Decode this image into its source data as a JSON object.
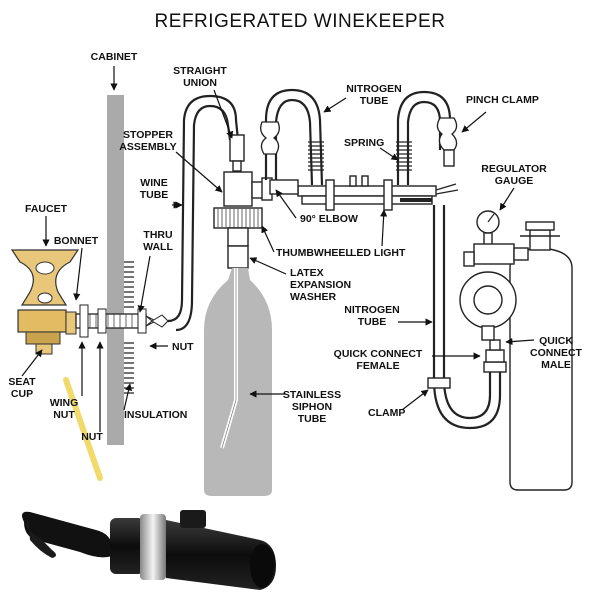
{
  "title": "REFRIGERATED WINEKEEPER",
  "labels": {
    "cabinet": "CABINET",
    "straight_union_1": "STRAIGHT",
    "straight_union_2": "UNION",
    "nitrogen_tube_top_1": "NITROGEN",
    "nitrogen_tube_top_2": "TUBE",
    "pinch_clamp": "PINCH CLAMP",
    "stopper_1": "STOPPER",
    "stopper_2": "ASSEMBLY",
    "spring": "SPRING",
    "regulator_1": "REGULATOR",
    "regulator_2": "GAUGE",
    "wine_tube_1": "WINE",
    "wine_tube_2": "TUBE",
    "faucet": "FAUCET",
    "bonnet": "BONNET",
    "elbow": "90° ELBOW",
    "thumbwheel": "THUMBWHEEL",
    "led_light": "LED LIGHT",
    "thru_wall_1": "THRU",
    "thru_wall_2": "WALL",
    "latex_1": "LATEX",
    "latex_2": "EXPANSION",
    "latex_3": "WASHER",
    "nitrogen_tube_mid_1": "NITROGEN",
    "nitrogen_tube_mid_2": "TUBE",
    "nut_right": "NUT",
    "quick_male_1": "QUICK",
    "quick_male_2": "CONNECT",
    "quick_male_3": "MALE",
    "quick_female_1": "QUICK CONNECT",
    "quick_female_2": "FEMALE",
    "seat_cup_1": "SEAT",
    "seat_cup_2": "CUP",
    "wing_nut_1": "WING",
    "wing_nut_2": "NUT",
    "nut_bottom": "NUT",
    "insulation": "INSULATION",
    "stainless_1": "STAINLESS",
    "stainless_2": "SIPHON",
    "stainless_3": "TUBE",
    "clamp": "CLAMP"
  },
  "colors": {
    "faucet": "#e9c77a",
    "faucet_dark": "#c9a24e",
    "cabinet": "#aaaaaa",
    "bottle": "#b8b8b8",
    "tap_handle": "#111111"
  },
  "icons": {
    "tap_photo": "black-wine-tap-handle"
  }
}
